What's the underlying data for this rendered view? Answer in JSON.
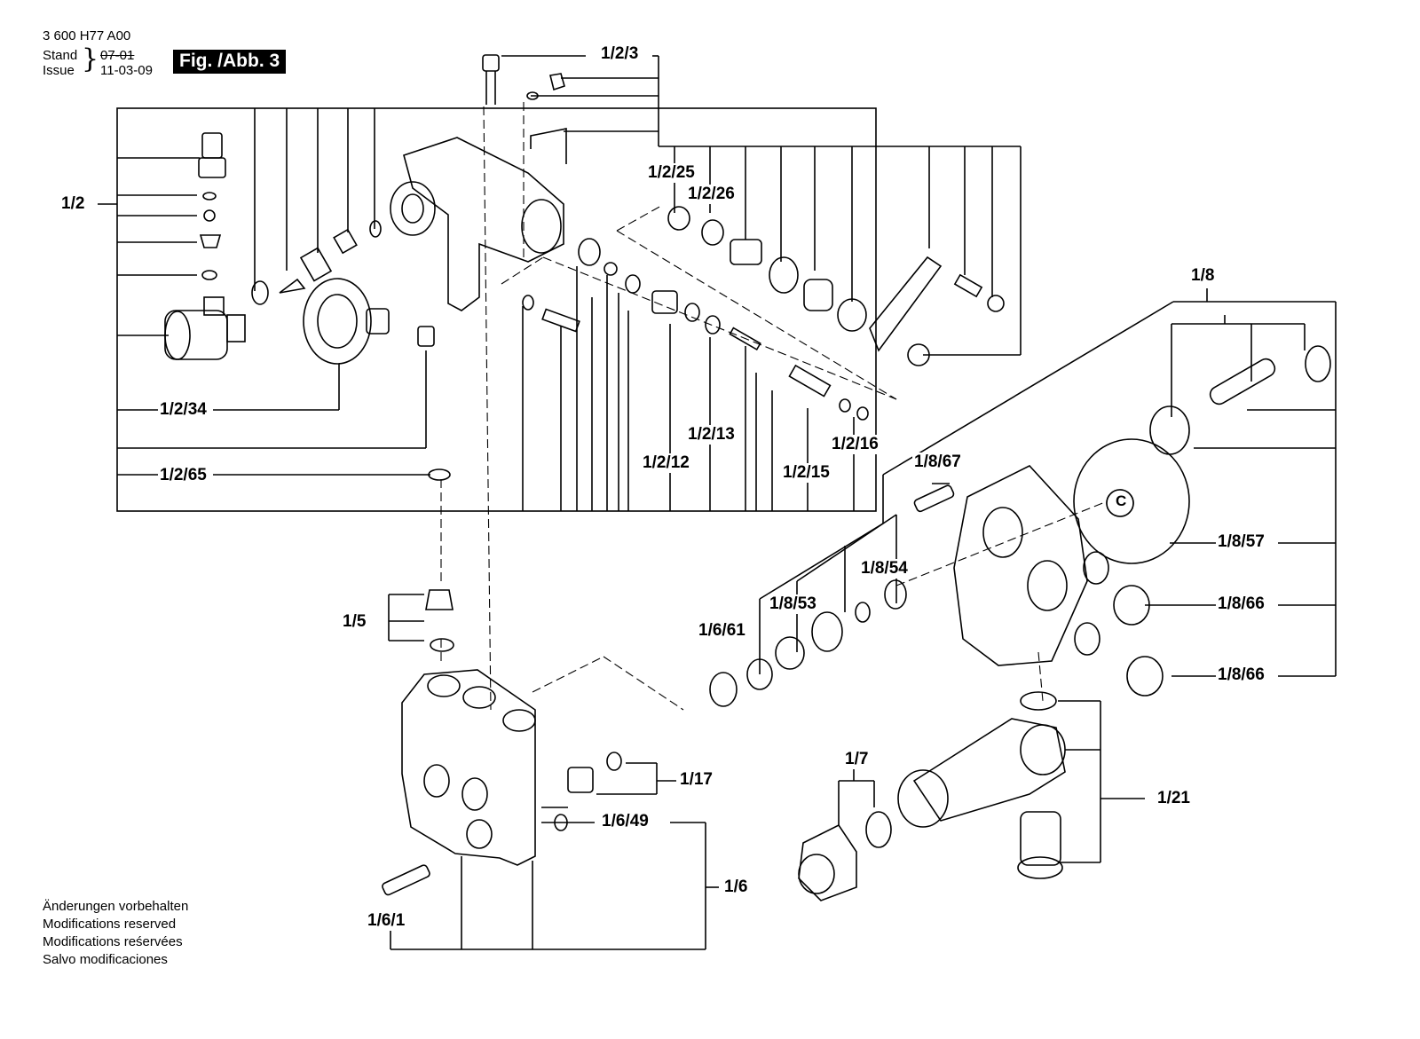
{
  "header": {
    "doc_number": "3 600 H77 A00",
    "stand_label": "Stand",
    "stand_value": "07-01",
    "issue_label": "Issue",
    "issue_value": "11-03-09",
    "figure_label": "Fig. /Abb. 3"
  },
  "modifications": [
    "Änderungen vorbehalten",
    "Modifications reserved",
    "Modifications reśervées",
    "Salvo modificaciones"
  ],
  "callouts": {
    "c_1_2": "1/2",
    "c_1_2_3": "1/2/3",
    "c_1_2_25": "1/2/25",
    "c_1_2_26": "1/2/26",
    "c_1_2_34": "1/2/34",
    "c_1_2_65": "1/2/65",
    "c_1_2_12": "1/2/12",
    "c_1_2_13": "1/2/13",
    "c_1_2_15": "1/2/15",
    "c_1_2_16": "1/2/16",
    "c_1_8": "1/8",
    "c_1_8_67": "1/8/67",
    "c_1_8_54": "1/8/54",
    "c_1_8_53": "1/8/53",
    "c_1_8_57": "1/8/57",
    "c_1_8_66a": "1/8/66",
    "c_1_8_66b": "1/8/66",
    "c_1_6_61": "1/6/61",
    "c_1_5": "1/5",
    "c_1_17": "1/17",
    "c_1_6_49": "1/6/49",
    "c_1_6": "1/6",
    "c_1_6_1": "1/6/1",
    "c_1_7": "1/7",
    "c_1_21": "1/21",
    "c_C": "C"
  }
}
